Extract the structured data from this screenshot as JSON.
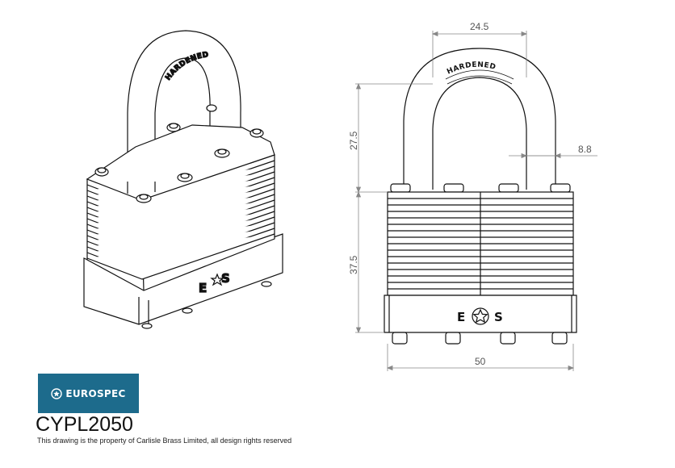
{
  "brand": {
    "name": "EUROSPEC",
    "color": "#1d6b8c"
  },
  "product_code": "CYPL2050",
  "rights_notice": "This drawing is the property of Carlisle Brass Limited, all design rights reserved",
  "shackle_stamp": "HARDENED",
  "body_mark": {
    "left": "E",
    "right": "S",
    "center_icon": "star-icon"
  },
  "dimensions": {
    "shackle_width": "24.5",
    "shackle_height": "27.5",
    "shackle_diameter": "8.8",
    "body_height": "37.5",
    "body_width": "50"
  }
}
